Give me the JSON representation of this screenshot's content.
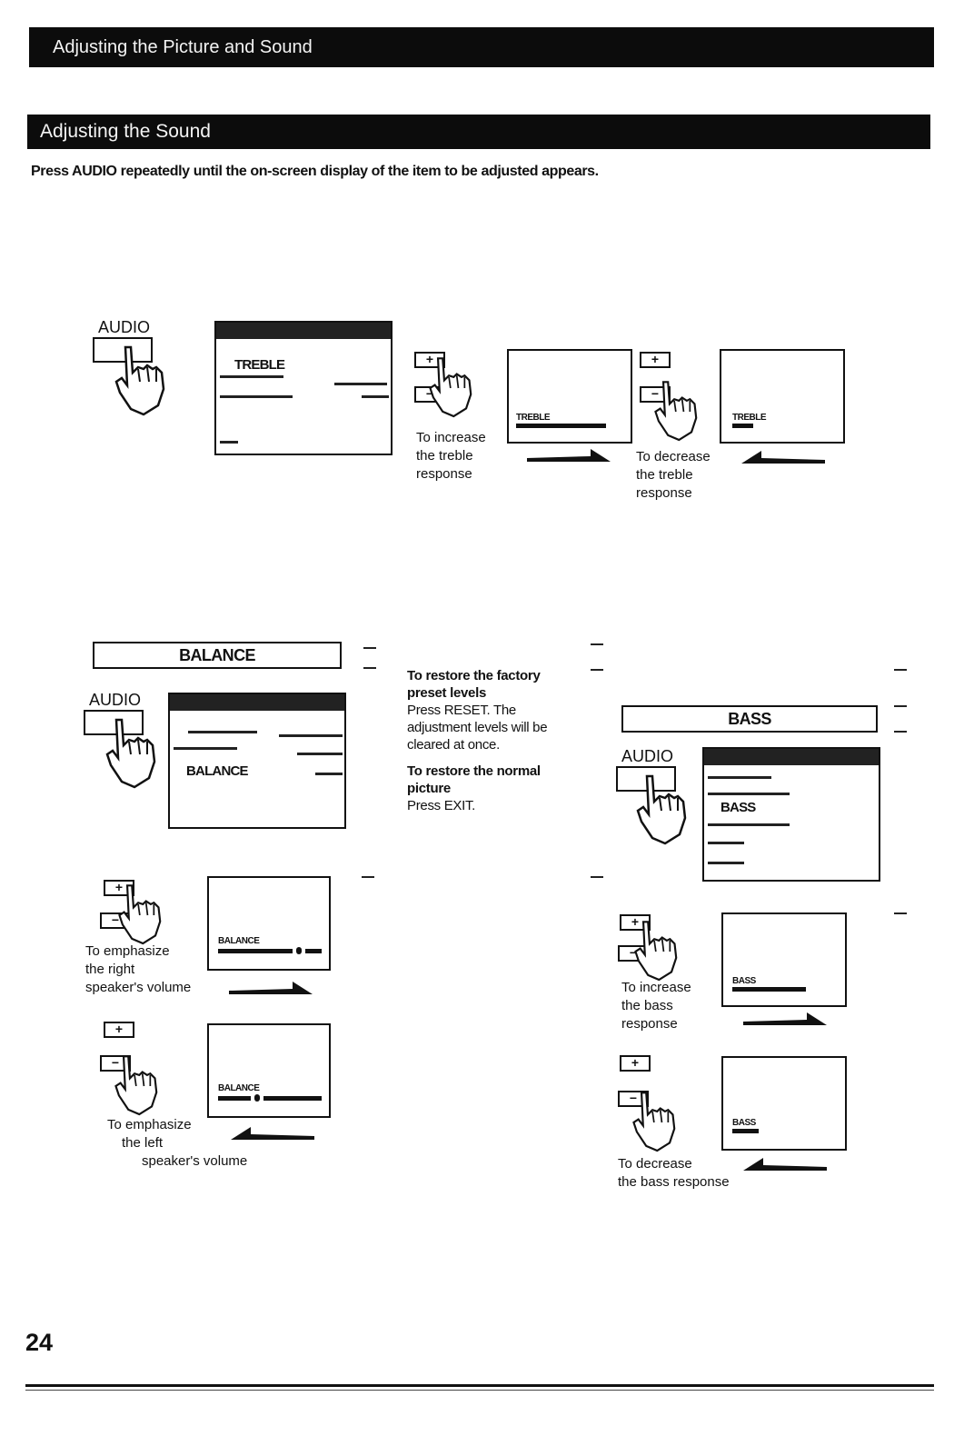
{
  "header": {
    "title": "Adjusting the Picture and Sound"
  },
  "section": {
    "title": "Adjusting the Sound"
  },
  "intro": "Press AUDIO repeatedly until the on-screen display of the item to be adjusted appears.",
  "treble": {
    "audio_label": "AUDIO",
    "menu_item": "TREBLE",
    "plus": "+",
    "minus": "−",
    "screen_label": "TREBLE",
    "increase_caption": [
      "To increase",
      "the treble",
      "response"
    ],
    "decrease_caption": [
      "To decrease",
      "the treble",
      "response"
    ],
    "increase_level": 0.85,
    "decrease_level": 0.2
  },
  "balance": {
    "title": "BALANCE",
    "audio_label": "AUDIO",
    "menu_item": "BALANCE",
    "plus": "+",
    "minus": "−",
    "screen_label": "BALANCE",
    "right_caption": [
      "To emphasize",
      "the right",
      "speaker's volume"
    ],
    "left_caption": [
      "To emphasize",
      "the left",
      "speaker's volume"
    ]
  },
  "notes": {
    "restore_factory_heading": "To restore the factory preset levels",
    "restore_factory_body": "Press RESET. The adjustment levels will be cleared at once.",
    "restore_picture_heading": "To restore the normal picture",
    "restore_picture_body": "Press EXIT."
  },
  "bass": {
    "title": "BASS",
    "audio_label": "AUDIO",
    "menu_item": "BASS",
    "plus": "+",
    "minus": "−",
    "screen_label": "BASS",
    "increase_caption": [
      "To increase",
      "the bass",
      "response"
    ],
    "decrease_caption": [
      "To decrease",
      "the bass response"
    ],
    "increase_level": 0.7,
    "decrease_level": 0.25
  },
  "page_number": "24"
}
